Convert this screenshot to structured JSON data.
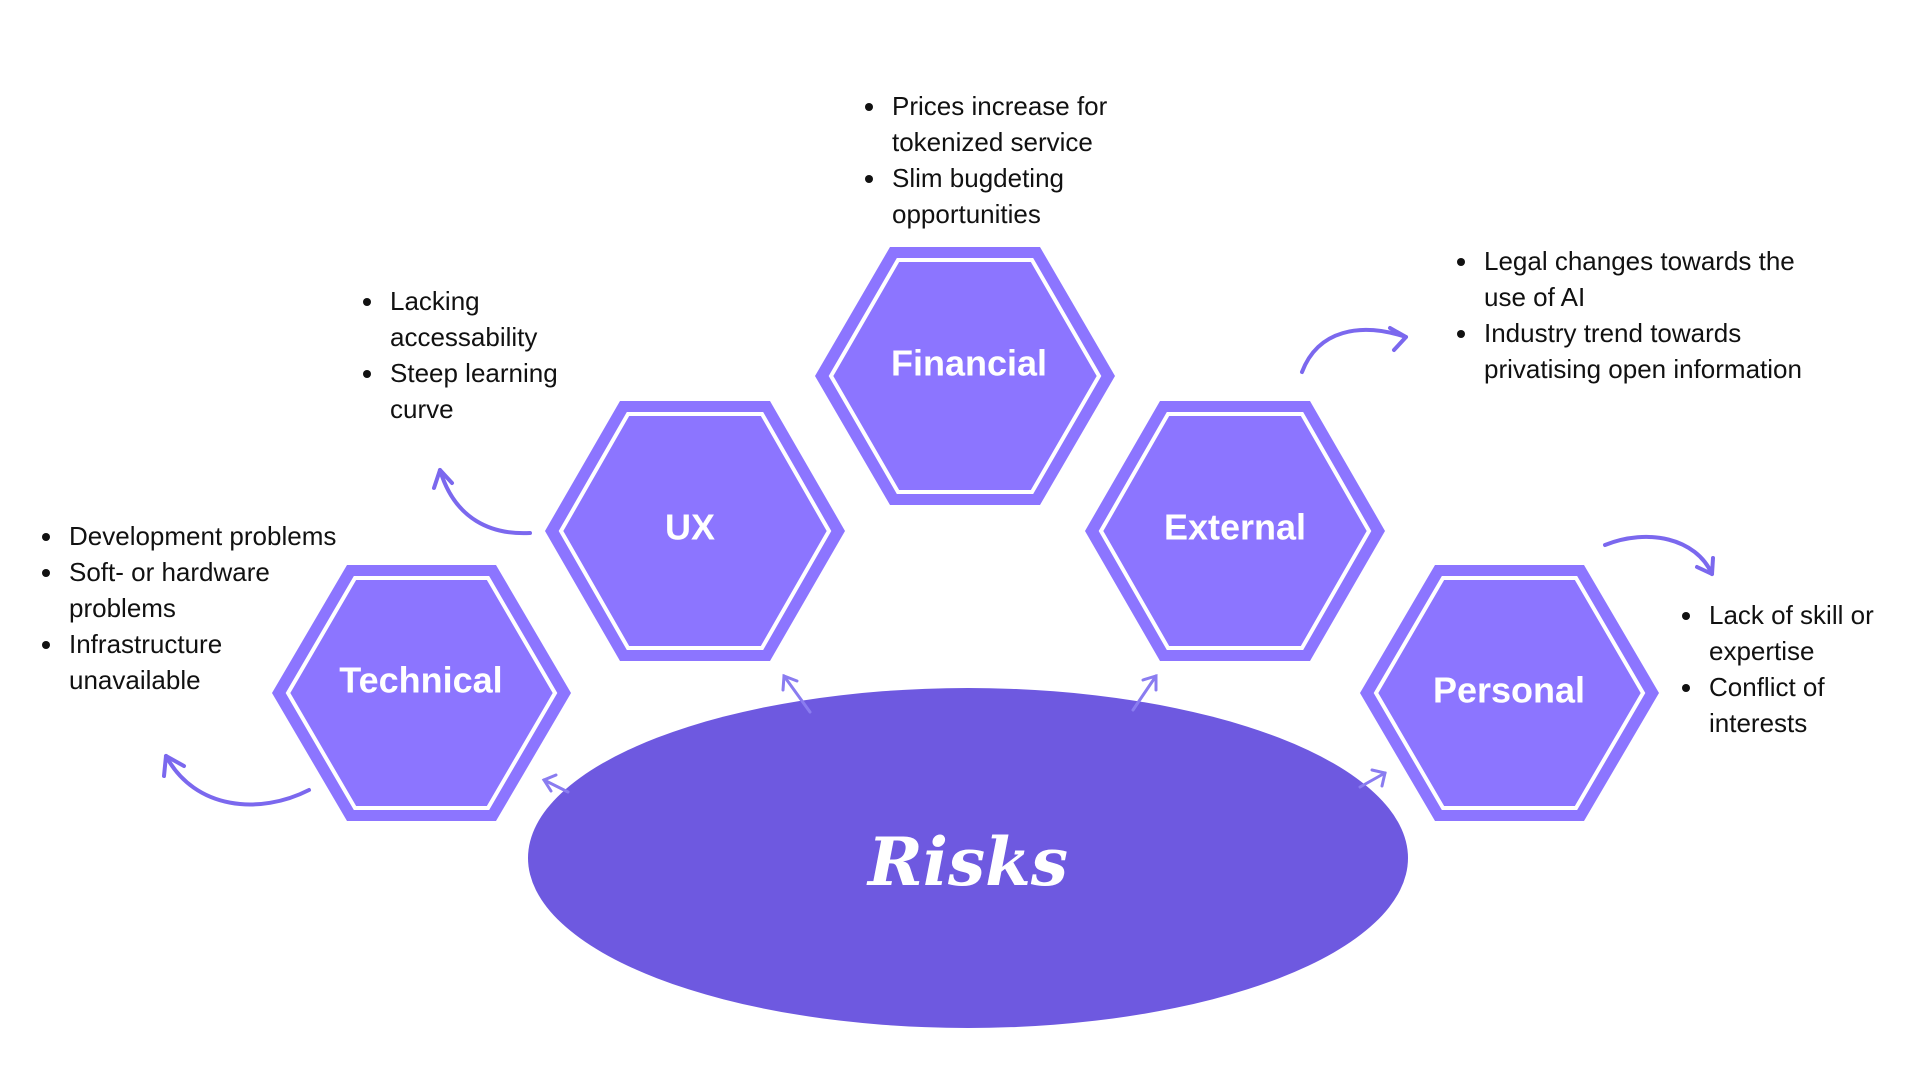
{
  "center": {
    "label": "Risks"
  },
  "categories": {
    "technical": {
      "label": "Technical",
      "bullets": [
        "Development problems",
        "Soft- or hardware problems",
        "Infrastructure unavailable"
      ]
    },
    "ux": {
      "label": "UX",
      "bullets": [
        "Lacking accessability",
        "Steep learning curve"
      ]
    },
    "financial": {
      "label": "Financial",
      "bullets": [
        "Prices increase for tokenized service",
        "Slim bugdeting opportunities"
      ]
    },
    "external": {
      "label": "External",
      "bullets": [
        "Legal changes towards the use of AI",
        "Industry trend towards privatising open information"
      ]
    },
    "personal": {
      "label": "Personal",
      "bullets": [
        "Lack of skill or expertise",
        "Conflict of interests"
      ]
    }
  },
  "colors": {
    "hexagon_fill": "#8c75ff",
    "hexagon_outline": "#ffffff",
    "ellipse_fill": "#6e59e0",
    "arrow": "#7b68ee",
    "text": "#111111"
  }
}
